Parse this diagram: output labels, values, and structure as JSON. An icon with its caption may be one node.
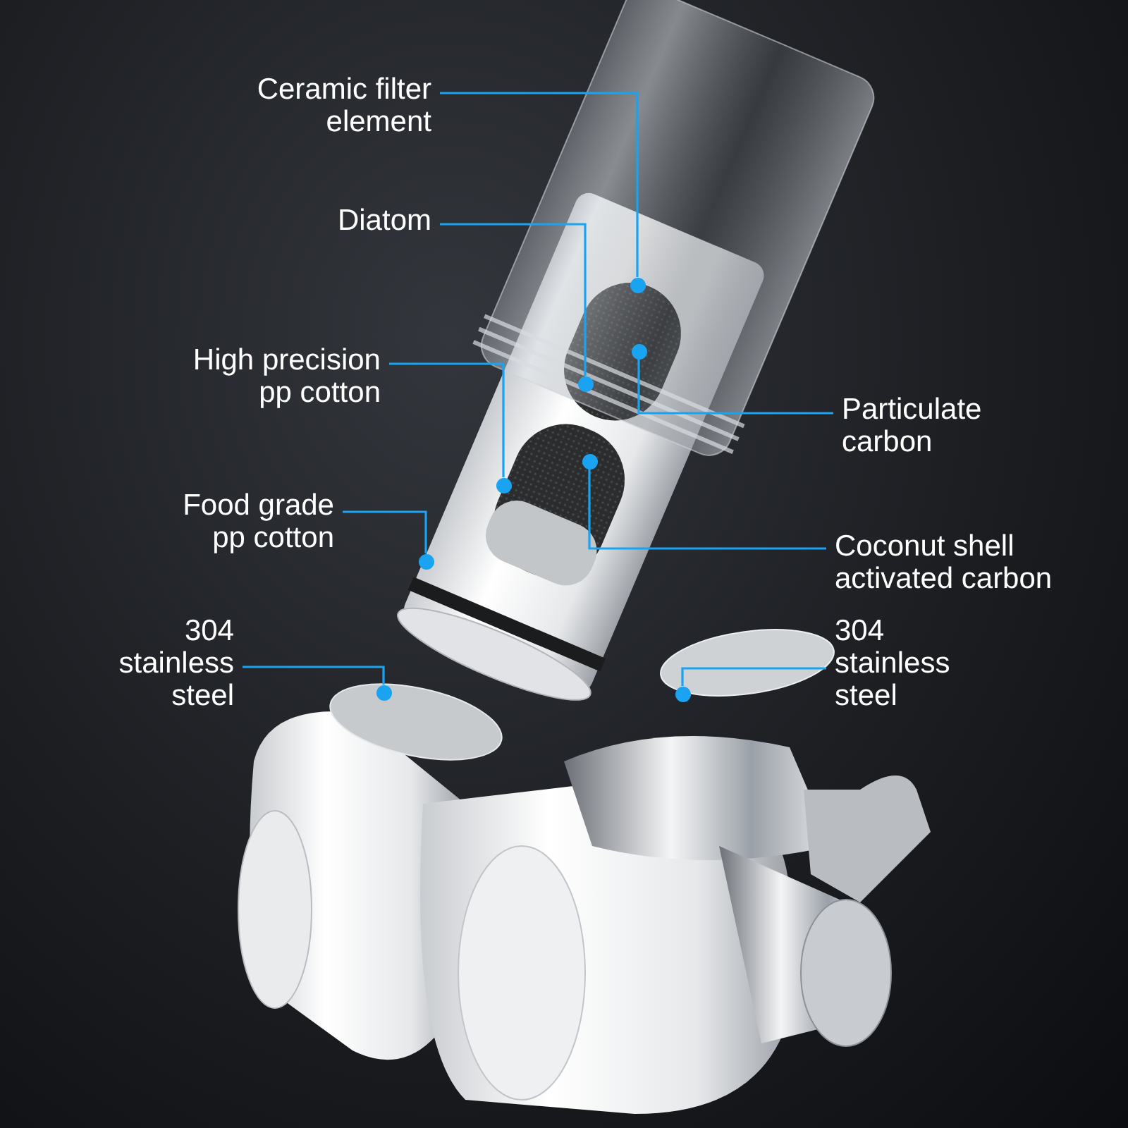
{
  "diagram": {
    "nodes": [
      {
        "text": [
          "Ceramic filter element"
        ]
      },
      {
        "text": [
          "Diatom"
        ]
      },
      {
        "text": [
          "High precision pp cotton"
        ]
      },
      {
        "text": [
          "Food grade pp cotton"
        ]
      },
      {
        "text": [
          "Particulate carbon"
        ]
      },
      {
        "text": [
          "Coconut shell activated carbon"
        ]
      },
      {
        "text": [
          "304 stainless steel"
        ]
      },
      {
        "text": [
          "304 stainless steel"
        ]
      },
      {
        "text": [],
        "shape": "circle"
      },
      {
        "text": [],
        "shape": "circle"
      },
      {
        "text": [],
        "shape": "circle"
      },
      {
        "text": [],
        "shape": "circle"
      },
      {
        "text": [],
        "shape": "circle"
      },
      {
        "text": [],
        "shape": "circle"
      },
      {
        "text": [],
        "shape": "circle"
      },
      {
        "text": [],
        "shape": "circle"
      }
    ],
    "edges": [
      {
        "from": 0,
        "to": 8,
        "arrow": "none"
      },
      {
        "from": 1,
        "to": 9,
        "arrow": "none"
      },
      {
        "from": 2,
        "to": 10,
        "arrow": "none"
      },
      {
        "from": 3,
        "to": 11,
        "arrow": "none"
      },
      {
        "from": 4,
        "to": 12,
        "arrow": "none"
      },
      {
        "from": 5,
        "to": 13,
        "arrow": "none"
      },
      {
        "from": 6,
        "to": 14,
        "arrow": "none"
      },
      {
        "from": 7,
        "to": 15,
        "arrow": "none"
      }
    ]
  }
}
